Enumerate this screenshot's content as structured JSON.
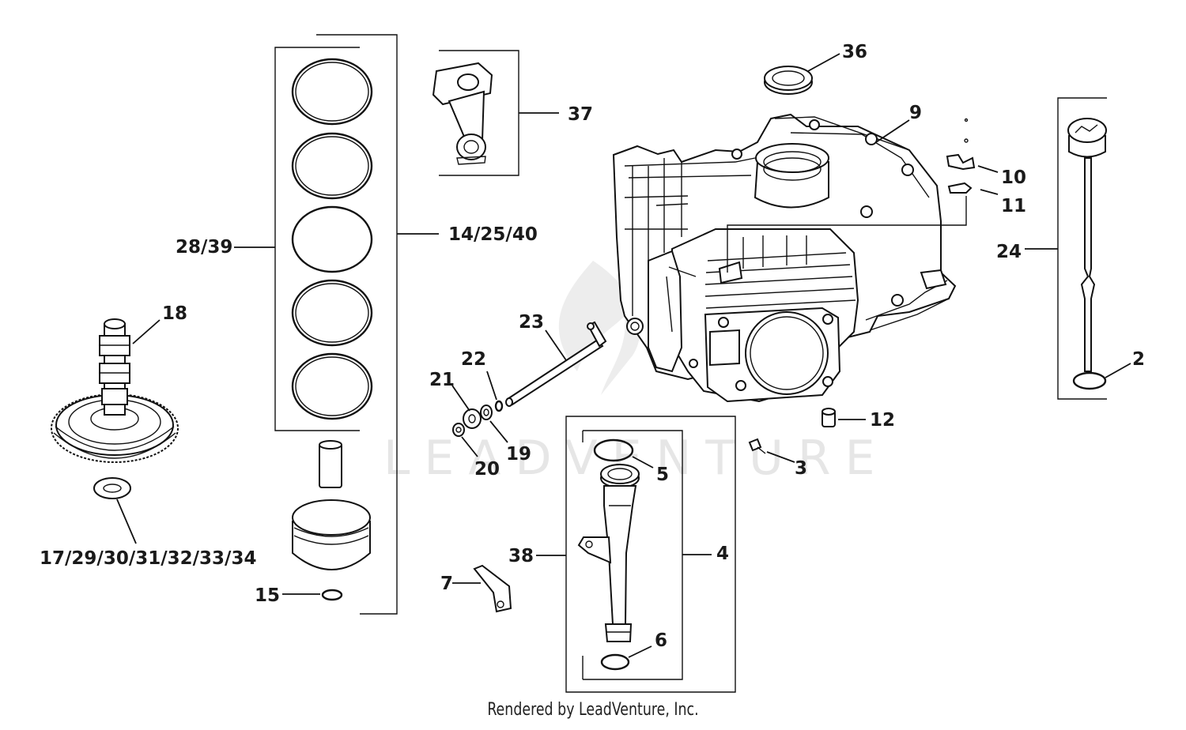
{
  "callouts": {
    "c36": "36",
    "c37": "37",
    "c9": "9",
    "c10": "10",
    "c11": "11",
    "c24": "24",
    "c2": "2",
    "c28_39": "28/39",
    "c14_25_40": "14/25/40",
    "c18": "18",
    "c23": "23",
    "c22": "22",
    "c21": "21",
    "c19": "19",
    "c20": "20",
    "c12": "12",
    "c5": "5",
    "c3": "3",
    "c4": "4",
    "c38": "38",
    "c17_34": "17/29/30/31/32/33/34",
    "c7": "7",
    "c15": "15",
    "c6": "6"
  },
  "watermark": "LEADVENTURE",
  "footer": "Rendered by LeadVenture, Inc."
}
